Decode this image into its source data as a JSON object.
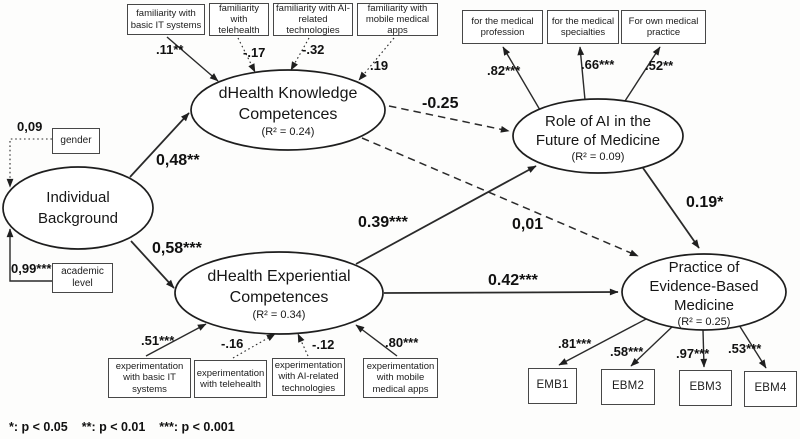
{
  "latents": {
    "individual_background": {
      "line1": "Individual",
      "line2": "Background"
    },
    "knowledge": {
      "line1": "dHealth Knowledge",
      "line2": "Competences",
      "r2": "(R² = 0.24)"
    },
    "experiential": {
      "line1": "dHealth Experiential",
      "line2": "Competences",
      "r2": "(R² = 0.34)"
    },
    "role_ai": {
      "line1": "Role of AI in the",
      "line2": "Future of Medicine",
      "r2": "(R² = 0.09)"
    },
    "ebm": {
      "line1": "Practice of",
      "line2": "Evidence-Based",
      "line3": "Medicine",
      "r2": "(R² = 0.25)"
    }
  },
  "observed": {
    "familiarity_it": {
      "label": "familiarity with basic IT systems",
      "loading": ".11**"
    },
    "familiarity_telehealth": {
      "label": "familiarity with telehealth",
      "loading": "-.17"
    },
    "familiarity_ai": {
      "label": "familiarity with AI-related technologies",
      "loading": "-.32"
    },
    "familiarity_apps": {
      "label": "familiarity with mobile medical apps",
      "loading": ".19"
    },
    "role_profession": {
      "label": "for the medical profession",
      "loading": ".82***"
    },
    "role_specialties": {
      "label": "for the medical specialties",
      "loading": ".66***"
    },
    "role_practice": {
      "label": "For own medical practice",
      "loading": ".52**"
    },
    "gender": {
      "label": "gender",
      "loading": "0,09"
    },
    "academic": {
      "label": "academic level",
      "loading": "0,99***"
    },
    "exp_it": {
      "label": "experimentation with basic IT systems",
      "loading": ".51***"
    },
    "exp_telehealth": {
      "label": "experimentation with telehealth",
      "loading": "-.16"
    },
    "exp_ai": {
      "label": "experimentation with AI-related technologies",
      "loading": "-.12"
    },
    "exp_apps": {
      "label": "experimentation with mobile medical apps",
      "loading": ".80***"
    },
    "emb1": {
      "label": "EMB1",
      "loading": ".81***"
    },
    "ebm2": {
      "label": "EBM2",
      "loading": ".58***"
    },
    "ebm3": {
      "label": "EBM3",
      "loading": ".97***"
    },
    "ebm4": {
      "label": "EBM4",
      "loading": ".53***"
    }
  },
  "paths": {
    "ib_knowledge": "0,48**",
    "ib_experiential": "0,58***",
    "knowledge_role": "-0.25",
    "knowledge_ebm": "0,01",
    "experiential_role": "0.39***",
    "experiential_ebm": "0.42***",
    "role_ebm": "0.19*"
  },
  "footnote": {
    "sig1": "*: p < 0.05",
    "sig2": "**: p < 0.01",
    "sig3": "***: p < 0.001"
  }
}
